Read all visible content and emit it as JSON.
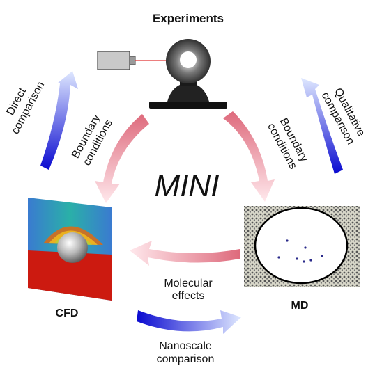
{
  "title": "Experiments",
  "center_label": "MINI",
  "nodes": {
    "cfd": "CFD",
    "md": "MD"
  },
  "arrows": {
    "direct_comparison": [
      "Direct",
      "comparison"
    ],
    "qualitative_comparison": [
      "Qualitative",
      "comparison"
    ],
    "boundary_left": [
      "Boundary",
      "conditions"
    ],
    "boundary_right": [
      "Boundary",
      "conditions"
    ],
    "molecular_effects": [
      "Molecular",
      "effects"
    ],
    "nanoscale_comparison": [
      "Nanoscale",
      "comparison"
    ]
  },
  "colors": {
    "blue_arrow_dark": "#1010d0",
    "blue_arrow_light": "#d8e4ff",
    "pink_arrow_dark": "#e07080",
    "pink_arrow_light": "#ffe6ea",
    "cfd_liquid": "#cc1a10",
    "cfd_field": "#2f7fc8",
    "md_bubble": "#000000"
  },
  "icons": [
    "camera-icon",
    "droplet-apparatus-icon",
    "cfd-simulation-image",
    "md-simulation-image"
  ]
}
